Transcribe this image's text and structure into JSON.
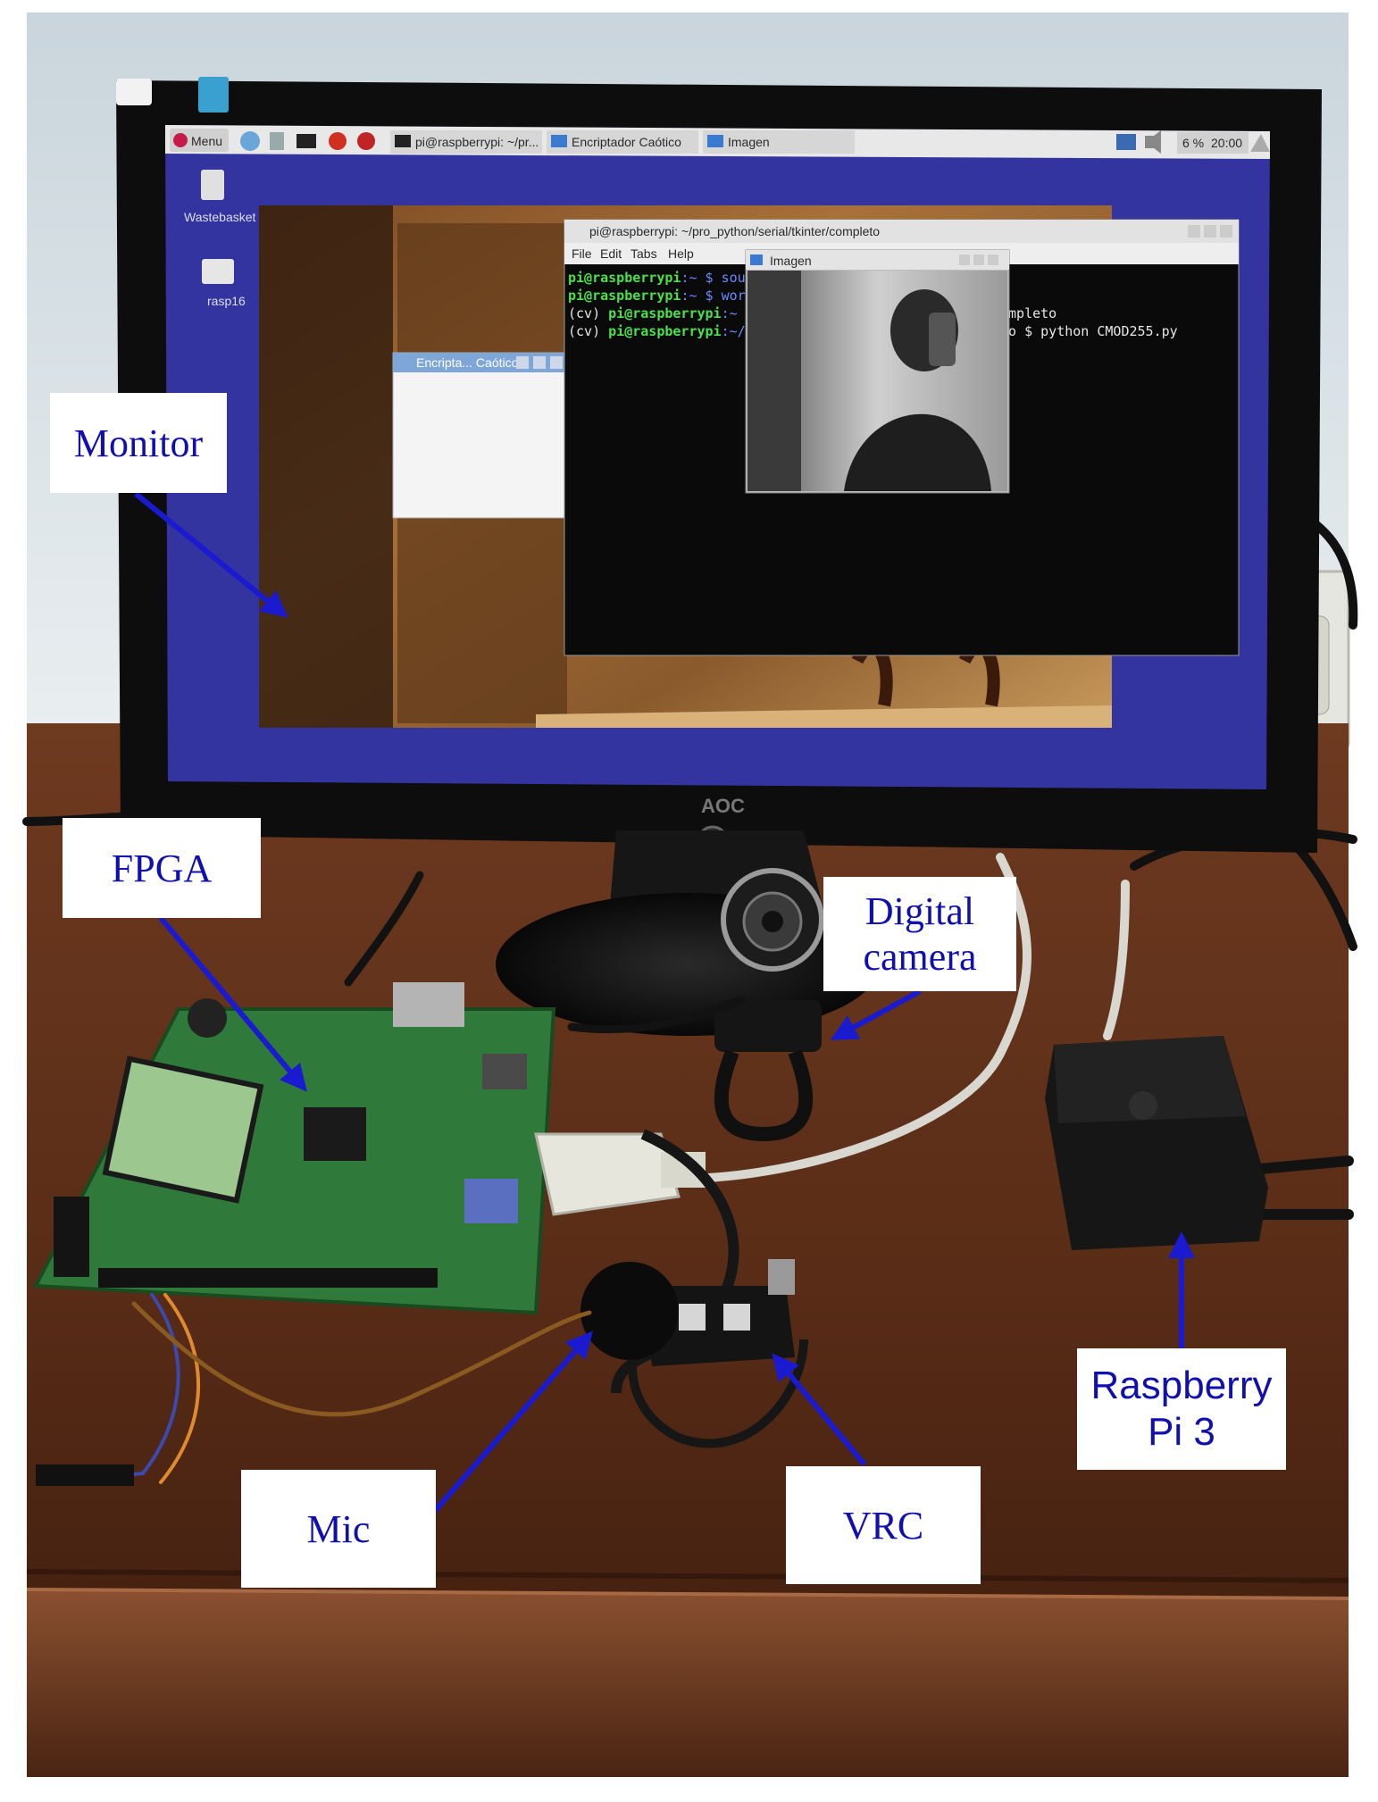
{
  "labels": {
    "monitor": "Monitor",
    "fpga": "FPGA",
    "digital_camera_line1": "Digital",
    "digital_camera_line2": "camera",
    "raspberry_line1": "Raspberry",
    "raspberry_line2": "Pi 3",
    "mic": "Mic",
    "vrc": "VRC"
  },
  "screen": {
    "taskbar": {
      "menu": "Menu",
      "task_terminal": "pi@raspberrypi: ~/pr...",
      "task_encrypt": "Encriptador Caótico",
      "task_image": "Imagen",
      "battery": "6 %",
      "clock": "20:00"
    },
    "desktop_icons": {
      "trash": "Wastebasket",
      "folder": "rasp16"
    },
    "terminal": {
      "title": "pi@raspberrypi: ~/pro_python/serial/tkinter/completo",
      "menu": [
        "File",
        "Edit",
        "Tabs",
        "Help"
      ],
      "lines": [
        {
          "prefix": "",
          "prompt": "pi@raspberrypi",
          "rest": ":~ $ sou"
        },
        {
          "prefix": "",
          "prompt": "pi@raspberrypi",
          "rest": ":~ $ wor"
        },
        {
          "prefix": "(cv) ",
          "prompt": "pi@raspberrypi",
          "rest": ":~"
        },
        {
          "prefix": "(cv) ",
          "prompt": "pi@raspberrypi",
          "rest": ":~/"
        }
      ],
      "right_lines": [
        "ompleto",
        "to $ python CMOD255.py"
      ]
    },
    "encrypt_window_title": "Encripta... Caótico",
    "image_window_title": "Imagen"
  },
  "monitor_brand": "AOC",
  "colors": {
    "label_text": "#1010b0",
    "arrow": "#1a1ad0",
    "desktop": "#3a3aa0",
    "wood": "#5a2e18",
    "wall": "#dfe6ea"
  }
}
